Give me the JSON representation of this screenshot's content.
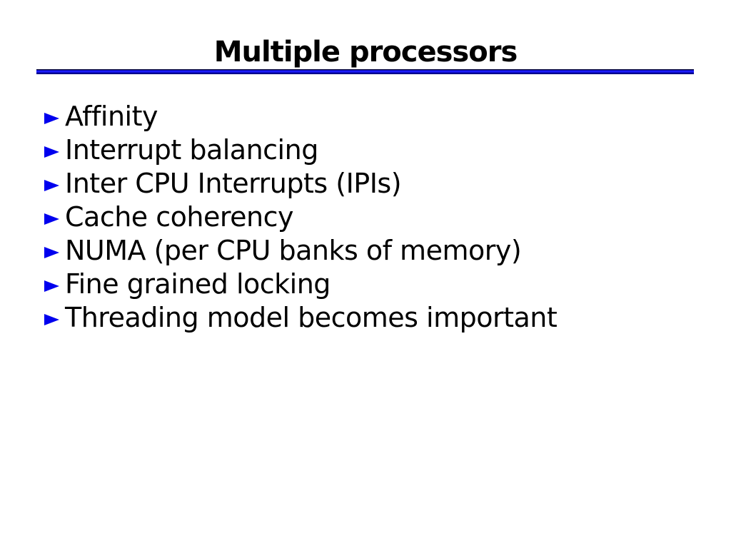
{
  "slide": {
    "title": "Multiple processors",
    "accent_color": "#0000ee",
    "rule_colors": {
      "top": "#000030",
      "middle": "#1c1cff",
      "bottom": "#000088"
    },
    "bullet_icon": "triangle-right-icon",
    "bullets": [
      "Affinity",
      "Interrupt balancing",
      "Inter CPU Interrupts (IPIs)",
      "Cache coherency",
      "NUMA (per CPU banks of memory)",
      "Fine grained locking",
      "Threading model becomes important"
    ]
  }
}
